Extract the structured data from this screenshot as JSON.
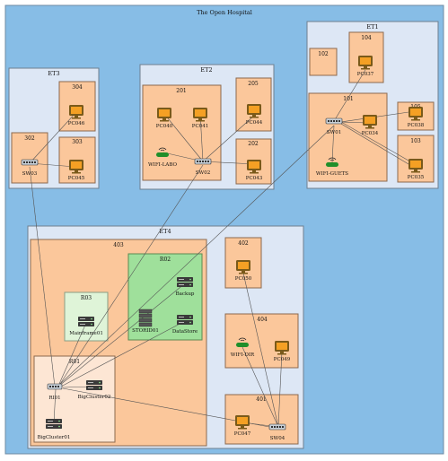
{
  "title": "The Open Hospital",
  "colors": {
    "outer_bg": "#87bde6",
    "outer_border": "#6d8aa3",
    "building_bg": "#dde7f5",
    "building_border": "#6f7f90",
    "room_bg": "#fbc79b",
    "room_border": "#8c6a4e",
    "server_room_bg": "#9fe09b",
    "rack_room_bg": "#dff4d8",
    "core_room_bg": "#fde6d4",
    "link": "#555555",
    "monitor_bezel": "#7a5a1a",
    "monitor_screen": "#f4a024",
    "switch_body": "#c8d0d8",
    "server_body": "#3a3a3a",
    "wifi_body": "#1f8f2a"
  },
  "buildings": {
    "et1": "ET1",
    "et2": "ET2",
    "et3": "ET3",
    "et4": "ET4"
  },
  "rooms": {
    "r102": "102",
    "r104": "104",
    "r101": "101",
    "r105": "105",
    "r103": "103",
    "r201": "201",
    "r205": "205",
    "r202": "202",
    "r304": "304",
    "r302": "302",
    "r303": "303",
    "r403": "403",
    "r402": "402",
    "r404": "404",
    "r401": "401",
    "r_r02": "R02",
    "r_r03": "R03",
    "r_r01": "R01"
  },
  "devices": {
    "pc037": "PC037",
    "pc034": "PC034",
    "pc038": "PC038",
    "pc035": "PC035",
    "sw01": "SW01",
    "wifi_guests": "WIFI-GUETS",
    "pc040": "PC040",
    "pc041": "PC041",
    "pc044": "PC044",
    "pc043": "PC043",
    "wifi_labo": "WIFI-LABO",
    "sw02": "SW02",
    "pc046": "PC046",
    "pc045": "PC045",
    "sw03": "SW03",
    "pc050": "PC050",
    "wifi_dir": "WIFI-DIR",
    "pc049": "PC049",
    "pc047": "PC047",
    "sw04": "SW04",
    "backup": "Backup",
    "storid01": "STORID01",
    "datastore": "DataStore",
    "mainframe01": "Mainframe01",
    "ri01": "RI01",
    "bigcluster02": "BigCluster02",
    "bigcluster01": "BigCluster01"
  }
}
